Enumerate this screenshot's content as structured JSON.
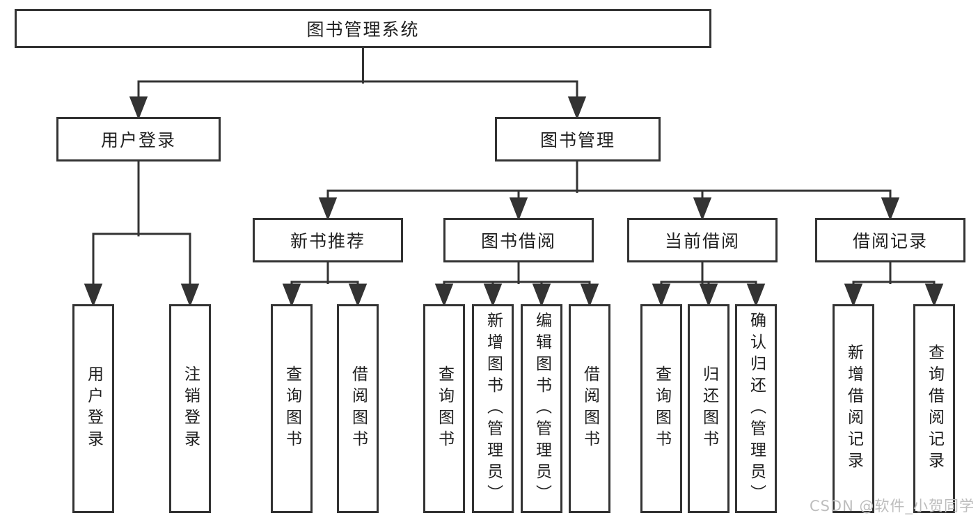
{
  "tree": {
    "root": {
      "label": "图书管理系统"
    },
    "l2": [
      {
        "label": "用户登录",
        "leaves": [
          {
            "label": "用户登录"
          },
          {
            "label": "注销登录"
          }
        ]
      },
      {
        "label": "图书管理",
        "groups": [
          {
            "label": "新书推荐",
            "leaves": [
              {
                "label": "查询图书"
              },
              {
                "label": "借阅图书"
              }
            ]
          },
          {
            "label": "图书借阅",
            "leaves": [
              {
                "label": "查询图书"
              },
              {
                "label": "新增图书（管理员）"
              },
              {
                "label": "编辑图书（管理员）"
              },
              {
                "label": "借阅图书"
              }
            ]
          },
          {
            "label": "当前借阅",
            "leaves": [
              {
                "label": "查询图书"
              },
              {
                "label": "归还图书"
              },
              {
                "label": "确认归还（管理员）"
              }
            ]
          },
          {
            "label": "借阅记录",
            "leaves": [
              {
                "label": "新增借阅记录"
              },
              {
                "label": "查询借阅记录"
              }
            ]
          }
        ]
      }
    ]
  },
  "watermark": {
    "text": "CSDN @软件_小贺同学"
  },
  "colors": {
    "line": "#333333",
    "text": "#1f1f1f",
    "background": "#ffffff",
    "watermark": "#bdbdbd"
  }
}
